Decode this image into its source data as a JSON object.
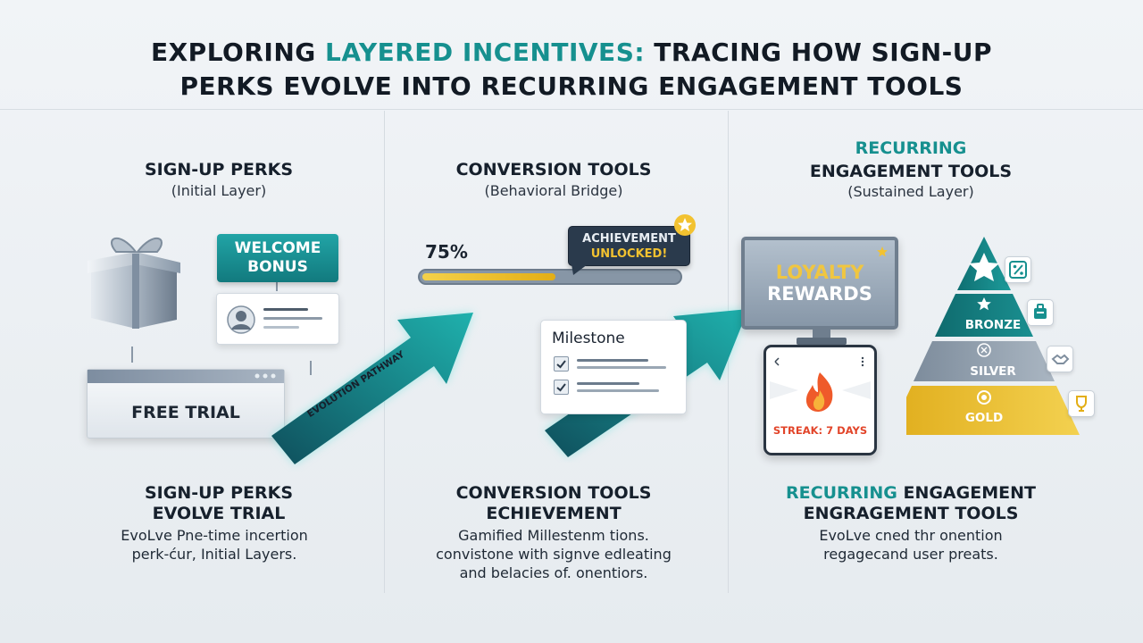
{
  "title": {
    "line1_a": "EXPLORING ",
    "line1_accent": "LAYERED INCENTIVES:",
    "line1_b": " TRACING HOW SIGN-UP",
    "line2": "PERKS EVOLVE INTO RECURRING ENGAGEMENT TOOLS"
  },
  "columns": {
    "signup": {
      "heading": "SIGN-UP PERKS",
      "subtitle": "(Initial Layer)",
      "welcome_bonus_l1": "WELCOME",
      "welcome_bonus_l2": "BONUS",
      "free_trial": "FREE TRIAL",
      "desc_head": "SIGN-UP PERKS",
      "desc_accent": "EVOLVE TRIAL",
      "desc_l1": "EvoLve Pne-time incertion",
      "desc_l2": "perk-ćur, Initial Layers."
    },
    "conversion": {
      "heading": "CONVERSION TOOLS",
      "subtitle": "(Behavioral Bridge)",
      "progress_label": "75%",
      "progress": 0.52,
      "achievement_l1": "ACHIEVEMENT",
      "achievement_l2": "UNLOCKED!",
      "milestone": "Milestone",
      "desc_head": "CONVERSION TOOLS",
      "desc_accent": "ECHIEVEMENT",
      "desc_l1": "Gamified Millestenm tions.",
      "desc_l2": "convistone with signve edleating",
      "desc_l3": "and belacies of. onentiors."
    },
    "recurring": {
      "heading_accent": "RECURRING",
      "heading": "ENGAGEMENT TOOLS",
      "subtitle": "(Sustained Layer)",
      "loyalty_l1": "LOYALTY",
      "loyalty_l2": "REWARDS",
      "streak": "STREAK: 7 DAYS",
      "tiers": [
        "BRONZE",
        "SILVER",
        "GOLD"
      ],
      "desc_head_accent": "RECURRING",
      "desc_head": " ENGAGEMENT",
      "desc_accent": "ENGRAGEMENT TOOLS",
      "desc_l1": "EvoLve cned thr onention",
      "desc_l2": "regagecand user preats."
    }
  },
  "pathway_label": "EVOLUTION PATHWAY",
  "colors": {
    "accent": "#16908f",
    "gold": "#e6b422",
    "silver": "#8c9aa9",
    "dark": "#16202c"
  },
  "icons": [
    "gift-icon",
    "user-icon",
    "star-icon",
    "check-icon",
    "flame-icon",
    "percent-icon",
    "tag-icon"
  ]
}
